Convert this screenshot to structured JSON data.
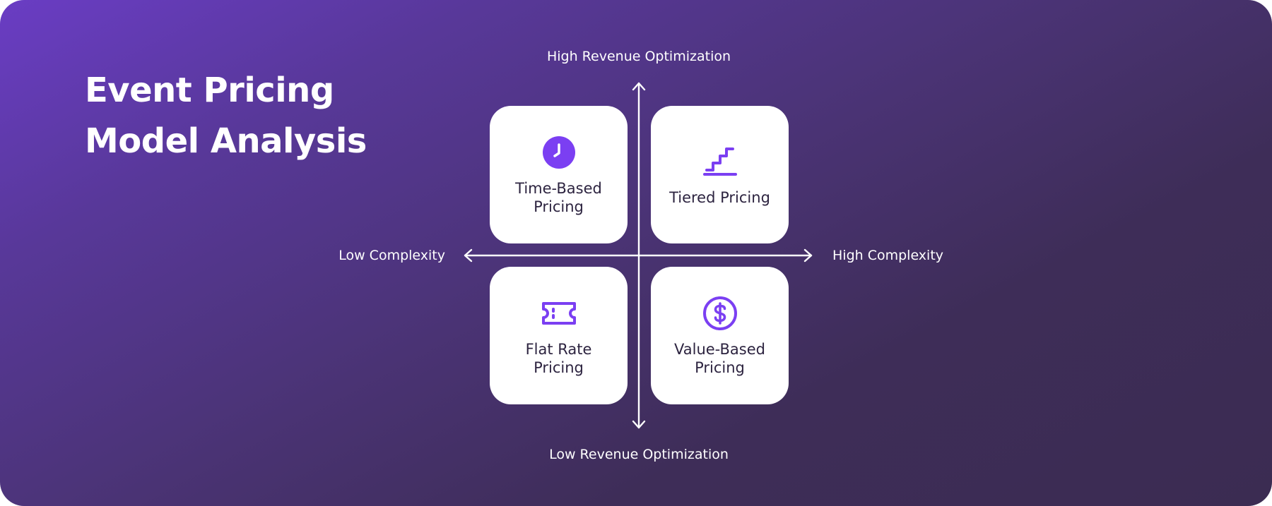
{
  "title": {
    "line1": "Event Pricing",
    "line2": "Model Analysis"
  },
  "axes": {
    "top": "High Revenue Optimization",
    "bottom": "Low Revenue Optimization",
    "left": "Low Complexity",
    "right": "High Complexity"
  },
  "quadrants": {
    "top_left": {
      "label_line1": "Time-Based",
      "label_line2": "Pricing",
      "icon": "clock-icon"
    },
    "top_right": {
      "label_line1": "Tiered Pricing",
      "label_line2": "",
      "icon": "stairs-icon"
    },
    "bottom_left": {
      "label_line1": "Flat Rate",
      "label_line2": "Pricing",
      "icon": "ticket-icon"
    },
    "bottom_right": {
      "label_line1": "Value-Based",
      "label_line2": "Pricing",
      "icon": "dollar-coin-icon"
    }
  },
  "colors": {
    "accent": "#7b3ff2",
    "card_background": "#ffffff",
    "card_text": "#2d2440",
    "axis": "#ffffff"
  }
}
